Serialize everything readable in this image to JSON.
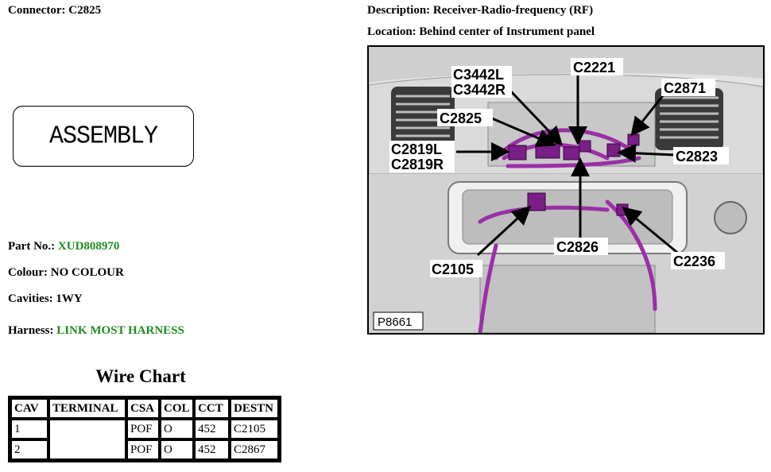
{
  "connector": {
    "label": "Connector:",
    "value": "C2825"
  },
  "description": {
    "label": "Description:",
    "value": "Receiver-Radio-frequency (RF)"
  },
  "location": {
    "label": "Location:",
    "value": "Behind center of Instrument panel"
  },
  "assembly_label": "ASSEMBLY",
  "part_no": {
    "label": "Part No.:",
    "value": "XUD808970"
  },
  "colour": {
    "label": "Colour:",
    "value": "NO COLOUR"
  },
  "cavities": {
    "label": "Cavities:",
    "value": "1WY"
  },
  "harness": {
    "label": "Harness:",
    "value": "LINK MOST HARNESS"
  },
  "wire_chart": {
    "title": "Wire Chart",
    "headers": [
      "CAV",
      "TERMINAL",
      "CSA",
      "COL",
      "CCT",
      "DESTN"
    ],
    "rows": [
      {
        "cav": "1",
        "terminal": "",
        "csa": "POF",
        "col": "O",
        "cct": "452",
        "destn": "C2105"
      },
      {
        "cav": "2",
        "terminal": "",
        "csa": "POF",
        "col": "O",
        "cct": "452",
        "destn": "C2867"
      }
    ]
  },
  "diagram": {
    "reference": "P8661",
    "connectors": {
      "c3442l": "C3442L",
      "c3442r": "C3442R",
      "c2221": "C2221",
      "c2871": "C2871",
      "c2825": "C2825",
      "c2819l": "C2819L",
      "c2819r": "C2819R",
      "c2823": "C2823",
      "c2826": "C2826",
      "c2105": "C2105",
      "c2236": "C2236"
    },
    "colors": {
      "harness": "#9b2fa6",
      "panel": "#d9d9d9",
      "accent_green": "#1e8c1e"
    }
  }
}
